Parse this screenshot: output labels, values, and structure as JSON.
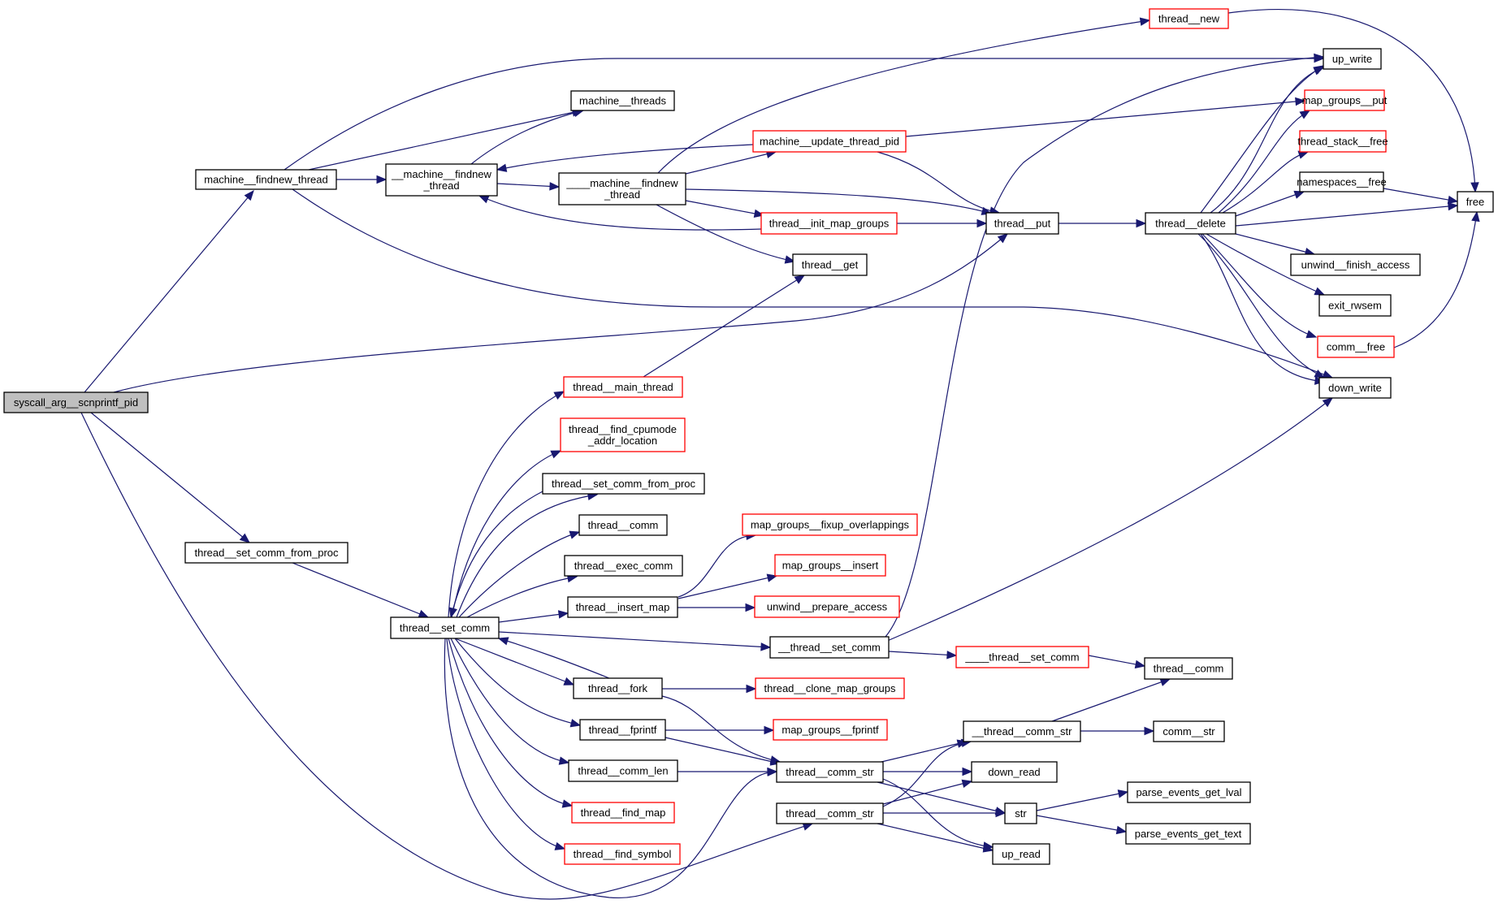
{
  "title": "Call graph for syscall_arg__scnprintf_pid",
  "colors": {
    "edge": "#191970",
    "root_fill": "#bfbfbf",
    "node_border": "#000000",
    "truncated_border": "#ff0000"
  },
  "nodes": [
    {
      "id": "syscall_arg__scnprintf_pid",
      "lines": [
        "syscall_arg__scnprintf_pid"
      ],
      "style": "root"
    },
    {
      "id": "machine__findnew_thread",
      "lines": [
        "machine__findnew_thread"
      ],
      "style": "normal"
    },
    {
      "id": "thread__set_comm_from_proc_L",
      "lines": [
        "thread__set_comm_from_proc"
      ],
      "style": "normal"
    },
    {
      "id": "machine__threads",
      "lines": [
        "machine__threads"
      ],
      "style": "normal"
    },
    {
      "id": "__machine__findnew_thread",
      "lines": [
        "__machine__findnew",
        "_thread"
      ],
      "style": "normal"
    },
    {
      "id": "____machine__findnew_thread",
      "lines": [
        "____machine__findnew",
        "_thread"
      ],
      "style": "normal"
    },
    {
      "id": "thread__new",
      "lines": [
        "thread__new"
      ],
      "style": "red"
    },
    {
      "id": "up_write",
      "lines": [
        "up_write"
      ],
      "style": "normal"
    },
    {
      "id": "map_groups__put",
      "lines": [
        "map_groups__put"
      ],
      "style": "red"
    },
    {
      "id": "thread_stack__free",
      "lines": [
        "thread_stack__free"
      ],
      "style": "red"
    },
    {
      "id": "namespaces__free",
      "lines": [
        "namespaces__free"
      ],
      "style": "normal"
    },
    {
      "id": "free",
      "lines": [
        "free"
      ],
      "style": "normal"
    },
    {
      "id": "machine__update_thread_pid",
      "lines": [
        "machine__update_thread_pid"
      ],
      "style": "red"
    },
    {
      "id": "thread__init_map_groups",
      "lines": [
        "thread__init_map_groups"
      ],
      "style": "red"
    },
    {
      "id": "thread__put",
      "lines": [
        "thread__put"
      ],
      "style": "normal"
    },
    {
      "id": "thread__delete",
      "lines": [
        "thread__delete"
      ],
      "style": "normal"
    },
    {
      "id": "thread__get",
      "lines": [
        "thread__get"
      ],
      "style": "normal"
    },
    {
      "id": "unwind__finish_access",
      "lines": [
        "unwind__finish_access"
      ],
      "style": "normal"
    },
    {
      "id": "exit_rwsem",
      "lines": [
        "exit_rwsem"
      ],
      "style": "normal"
    },
    {
      "id": "comm__free",
      "lines": [
        "comm__free"
      ],
      "style": "red"
    },
    {
      "id": "down_write",
      "lines": [
        "down_write"
      ],
      "style": "normal"
    },
    {
      "id": "thread__main_thread",
      "lines": [
        "thread__main_thread"
      ],
      "style": "red"
    },
    {
      "id": "thread__find_cpumode_addr_location",
      "lines": [
        "thread__find_cpumode",
        "_addr_location"
      ],
      "style": "red"
    },
    {
      "id": "thread__set_comm_from_proc_R",
      "lines": [
        "thread__set_comm_from_proc"
      ],
      "style": "normal"
    },
    {
      "id": "thread__comm_A",
      "lines": [
        "thread__comm"
      ],
      "style": "normal"
    },
    {
      "id": "thread__exec_comm",
      "lines": [
        "thread__exec_comm"
      ],
      "style": "normal"
    },
    {
      "id": "thread__insert_map",
      "lines": [
        "thread__insert_map"
      ],
      "style": "normal"
    },
    {
      "id": "thread__set_comm",
      "lines": [
        "thread__set_comm"
      ],
      "style": "normal"
    },
    {
      "id": "map_groups__fixup_overlappings",
      "lines": [
        "map_groups__fixup_overlappings"
      ],
      "style": "red"
    },
    {
      "id": "map_groups__insert",
      "lines": [
        "map_groups__insert"
      ],
      "style": "red"
    },
    {
      "id": "unwind__prepare_access",
      "lines": [
        "unwind__prepare_access"
      ],
      "style": "red"
    },
    {
      "id": "__thread__set_comm",
      "lines": [
        "__thread__set_comm"
      ],
      "style": "normal"
    },
    {
      "id": "____thread__set_comm",
      "lines": [
        "____thread__set_comm"
      ],
      "style": "red"
    },
    {
      "id": "thread__comm_B",
      "lines": [
        "thread__comm"
      ],
      "style": "normal"
    },
    {
      "id": "thread__fork",
      "lines": [
        "thread__fork"
      ],
      "style": "normal"
    },
    {
      "id": "thread__clone_map_groups",
      "lines": [
        "thread__clone_map_groups"
      ],
      "style": "red"
    },
    {
      "id": "thread__fprintf",
      "lines": [
        "thread__fprintf"
      ],
      "style": "normal"
    },
    {
      "id": "map_groups__fprintf",
      "lines": [
        "map_groups__fprintf"
      ],
      "style": "red"
    },
    {
      "id": "__thread__comm_str",
      "lines": [
        "__thread__comm_str"
      ],
      "style": "normal"
    },
    {
      "id": "comm__str",
      "lines": [
        "comm__str"
      ],
      "style": "normal"
    },
    {
      "id": "thread__comm_len",
      "lines": [
        "thread__comm_len"
      ],
      "style": "normal"
    },
    {
      "id": "thread__comm_str_A",
      "lines": [
        "thread__comm_str"
      ],
      "style": "normal"
    },
    {
      "id": "down_read",
      "lines": [
        "down_read"
      ],
      "style": "normal"
    },
    {
      "id": "parse_events_get_lval",
      "lines": [
        "parse_events_get_lval"
      ],
      "style": "normal"
    },
    {
      "id": "thread__comm_str_B",
      "lines": [
        "thread__comm_str"
      ],
      "style": "normal"
    },
    {
      "id": "str",
      "lines": [
        "str"
      ],
      "style": "normal"
    },
    {
      "id": "parse_events_get_text",
      "lines": [
        "parse_events_get_text"
      ],
      "style": "normal"
    },
    {
      "id": "thread__find_map",
      "lines": [
        "thread__find_map"
      ],
      "style": "red"
    },
    {
      "id": "up_read",
      "lines": [
        "up_read"
      ],
      "style": "normal"
    },
    {
      "id": "thread__find_symbol",
      "lines": [
        "thread__find_symbol"
      ],
      "style": "red"
    }
  ],
  "edges": [
    [
      "syscall_arg__scnprintf_pid",
      "machine__findnew_thread"
    ],
    [
      "syscall_arg__scnprintf_pid",
      "thread__put"
    ],
    [
      "syscall_arg__scnprintf_pid",
      "thread__set_comm_from_proc_L"
    ],
    [
      "syscall_arg__scnprintf_pid",
      "thread__comm_str_B"
    ],
    [
      "machine__findnew_thread",
      "up_write"
    ],
    [
      "machine__findnew_thread",
      "machine__threads"
    ],
    [
      "machine__findnew_thread",
      "__machine__findnew_thread"
    ],
    [
      "machine__findnew_thread",
      "down_write"
    ],
    [
      "__machine__findnew_thread",
      "machine__threads"
    ],
    [
      "__machine__findnew_thread",
      "____machine__findnew_thread"
    ],
    [
      "____machine__findnew_thread",
      "thread__new"
    ],
    [
      "____machine__findnew_thread",
      "machine__update_thread_pid"
    ],
    [
      "____machine__findnew_thread",
      "thread__put"
    ],
    [
      "____machine__findnew_thread",
      "thread__init_map_groups"
    ],
    [
      "____machine__findnew_thread",
      "thread__get"
    ],
    [
      "machine__update_thread_pid",
      "__machine__findnew_thread"
    ],
    [
      "machine__update_thread_pid",
      "map_groups__put"
    ],
    [
      "machine__update_thread_pid",
      "thread__put"
    ],
    [
      "thread__init_map_groups",
      "__machine__findnew_thread"
    ],
    [
      "thread__init_map_groups",
      "thread__put"
    ],
    [
      "thread__new",
      "free"
    ],
    [
      "thread__put",
      "thread__delete"
    ],
    [
      "thread__delete",
      "up_write"
    ],
    [
      "thread__delete",
      "up_write"
    ],
    [
      "thread__delete",
      "map_groups__put"
    ],
    [
      "thread__delete",
      "thread_stack__free"
    ],
    [
      "thread__delete",
      "namespaces__free"
    ],
    [
      "thread__delete",
      "free"
    ],
    [
      "thread__delete",
      "unwind__finish_access"
    ],
    [
      "thread__delete",
      "exit_rwsem"
    ],
    [
      "thread__delete",
      "comm__free"
    ],
    [
      "thread__delete",
      "down_write"
    ],
    [
      "thread__delete",
      "down_write"
    ],
    [
      "namespaces__free",
      "free"
    ],
    [
      "comm__free",
      "free"
    ],
    [
      "thread__main_thread",
      "thread__get"
    ],
    [
      "thread__set_comm_from_proc_L",
      "thread__set_comm"
    ],
    [
      "thread__set_comm",
      "thread__main_thread"
    ],
    [
      "thread__set_comm",
      "thread__find_cpumode_addr_location"
    ],
    [
      "thread__set_comm_from_proc_R",
      "thread__set_comm"
    ],
    [
      "thread__set_comm",
      "thread__set_comm_from_proc_R"
    ],
    [
      "thread__set_comm",
      "thread__comm_A"
    ],
    [
      "thread__set_comm",
      "thread__exec_comm"
    ],
    [
      "thread__set_comm",
      "thread__insert_map"
    ],
    [
      "thread__set_comm",
      "__thread__set_comm"
    ],
    [
      "thread__set_comm",
      "thread__fork"
    ],
    [
      "thread__fork",
      "thread__set_comm"
    ],
    [
      "thread__set_comm",
      "thread__fprintf"
    ],
    [
      "thread__set_comm",
      "thread__comm_len"
    ],
    [
      "thread__set_comm",
      "thread__find_map"
    ],
    [
      "thread__set_comm",
      "thread__find_symbol"
    ],
    [
      "thread__set_comm",
      "thread__comm_str_A"
    ],
    [
      "thread__insert_map",
      "map_groups__fixup_overlappings"
    ],
    [
      "thread__insert_map",
      "map_groups__insert"
    ],
    [
      "thread__insert_map",
      "unwind__prepare_access"
    ],
    [
      "__thread__set_comm",
      "up_write"
    ],
    [
      "__thread__set_comm",
      "down_write"
    ],
    [
      "__thread__set_comm",
      "____thread__set_comm"
    ],
    [
      "____thread__set_comm",
      "thread__comm_B"
    ],
    [
      "thread__fork",
      "thread__clone_map_groups"
    ],
    [
      "thread__fork",
      "thread__comm_str_A"
    ],
    [
      "thread__fprintf",
      "map_groups__fprintf"
    ],
    [
      "thread__fprintf",
      "thread__comm_str_A"
    ],
    [
      "thread__comm_len",
      "thread__comm_str_A"
    ],
    [
      "__thread__comm_str",
      "thread__comm_B"
    ],
    [
      "__thread__comm_str",
      "comm__str"
    ],
    [
      "thread__comm_str_A",
      "__thread__comm_str"
    ],
    [
      "thread__comm_str_A",
      "down_read"
    ],
    [
      "thread__comm_str_A",
      "str"
    ],
    [
      "thread__comm_str_A",
      "up_read"
    ],
    [
      "thread__comm_str_B",
      "__thread__comm_str"
    ],
    [
      "thread__comm_str_B",
      "down_read"
    ],
    [
      "thread__comm_str_B",
      "str"
    ],
    [
      "thread__comm_str_B",
      "up_read"
    ],
    [
      "str",
      "parse_events_get_lval"
    ],
    [
      "str",
      "parse_events_get_text"
    ]
  ]
}
